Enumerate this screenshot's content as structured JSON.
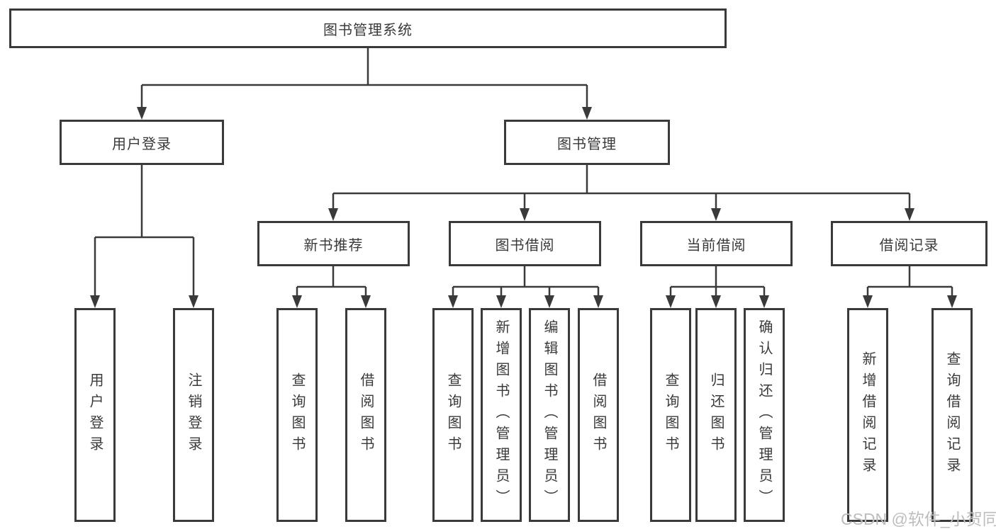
{
  "colors": {
    "line": "#3a3a3a",
    "text": "#3a3a3a",
    "watermark": "#bdbdbd",
    "background": "#ffffff"
  },
  "nodes": {
    "root": {
      "label": "图书管理系统"
    },
    "user_login": {
      "label": "用户登录"
    },
    "book_mgmt": {
      "label": "图书管理"
    },
    "new_book_rec": {
      "label": "新书推荐"
    },
    "book_borrowing": {
      "label": "图书借阅"
    },
    "current_borrowing": {
      "label": "当前借阅"
    },
    "borrowing_records": {
      "label": "借阅记录"
    },
    "leaf_user_login": {
      "label": "用户登录"
    },
    "leaf_logout": {
      "label": "注销登录"
    },
    "leaf_query_books_1": {
      "label": "查询图书"
    },
    "leaf_borrow_books_1": {
      "label": "借阅图书"
    },
    "leaf_query_books_2": {
      "label": "查询图书"
    },
    "leaf_add_books_admin": {
      "label": "新增图书（管理员）"
    },
    "leaf_edit_books_admin": {
      "label": "编辑图书（管理员）"
    },
    "leaf_borrow_books_2": {
      "label": "借阅图书"
    },
    "leaf_query_books_3": {
      "label": "查询图书"
    },
    "leaf_return_books": {
      "label": "归还图书"
    },
    "leaf_confirm_return_admin": {
      "label": "确认归还（管理员）"
    },
    "leaf_add_borrow_record": {
      "label": "新增借阅记录"
    },
    "leaf_query_borrow_record": {
      "label": "查询借阅记录"
    }
  },
  "watermark": {
    "text": "CSDN @软件_小贺同学"
  }
}
